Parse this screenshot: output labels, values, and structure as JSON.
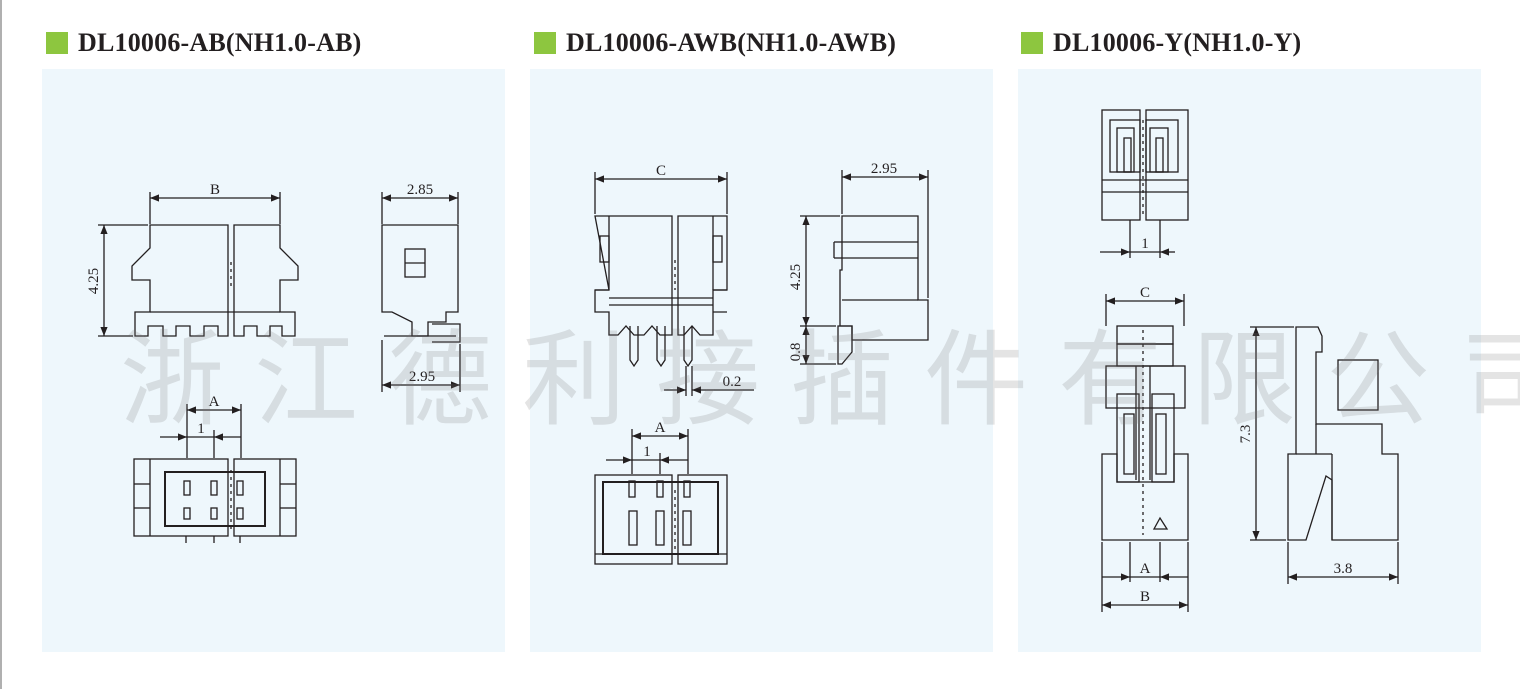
{
  "colors": {
    "accent_square": "#8dc63f",
    "panel_bg": "#eef7fc",
    "line": "#231f20",
    "watermark": "#8c8c8c"
  },
  "sections": [
    {
      "title": "DL10006-AB(NH1.0-AB)"
    },
    {
      "title": "DL10006-AWB(NH1.0-AWB)"
    },
    {
      "title": "DL10006-Y(NH1.0-Y)"
    }
  ],
  "dims": {
    "ab": {
      "b": "B",
      "h": "4.25",
      "side_top": "2.85",
      "side_bottom": "2.95",
      "a": "A",
      "pitch": "1"
    },
    "awb": {
      "c": "C",
      "side_top": "2.95",
      "h": "4.25",
      "foot": "0.8",
      "pin": "0.2",
      "a": "A",
      "pitch": "1"
    },
    "y": {
      "pitch": "1",
      "c": "C",
      "h": "7.3",
      "a": "A",
      "b": "B",
      "depth": "3.8"
    }
  },
  "watermark_text": "浙江德利接插件有限公司"
}
